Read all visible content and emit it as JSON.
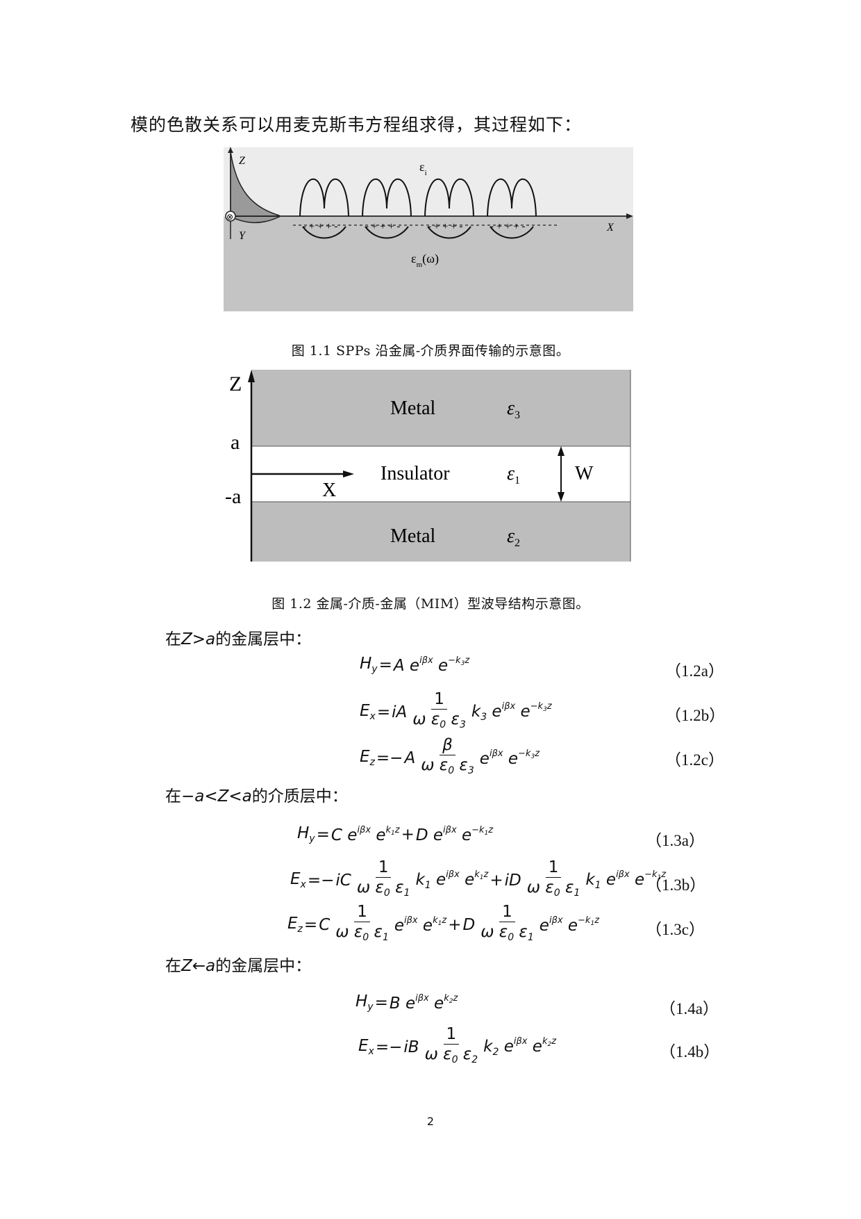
{
  "intro_text": "模的色散关系可以用麦克斯韦方程组求得，其过程如下：",
  "figure1": {
    "caption": "图 1.1 SPPs 沿金属-介质界面传输的示意图。",
    "labels": {
      "z": "Z",
      "y": "Y",
      "x": "X",
      "eps_d": "ε",
      "eps_d_sub": "i",
      "eps_m": "ε",
      "eps_m_sub": "m",
      "eps_m_arg": "(ω)",
      "charge_group": "- + + + -",
      "cross": "⊗"
    }
  },
  "figure2": {
    "caption": "图 1.2 金属-介质-金属（MIM）型波导结构示意图。",
    "labels": {
      "z_axis": "Z",
      "a_pos": "a",
      "a_neg": "-a",
      "x_axis": "X",
      "metal_top": "Metal",
      "insulator": "Insulator",
      "metal_bottom": "Metal",
      "eps": "ε",
      "eps3_sub": "3",
      "eps1_sub": "1",
      "eps2_sub": "2",
      "width": "W"
    }
  },
  "sections": [
    {
      "context_prefix": "在",
      "context_math": "Z>a",
      "context_suffix": "的金属层中："
    },
    {
      "context_prefix": "在",
      "context_math": "−a<Z<a",
      "context_suffix": "的介质层中："
    },
    {
      "context_prefix": "在",
      "context_math": "Z←a",
      "context_suffix": "的金属层中："
    }
  ],
  "equation_numbers": [
    "（1.2a）",
    "（1.2b）",
    "（1.2c）",
    "（1.3a）",
    "（1.3b）",
    "（1.3c）",
    "（1.4a）",
    "（1.4b）"
  ],
  "page_number": "2"
}
